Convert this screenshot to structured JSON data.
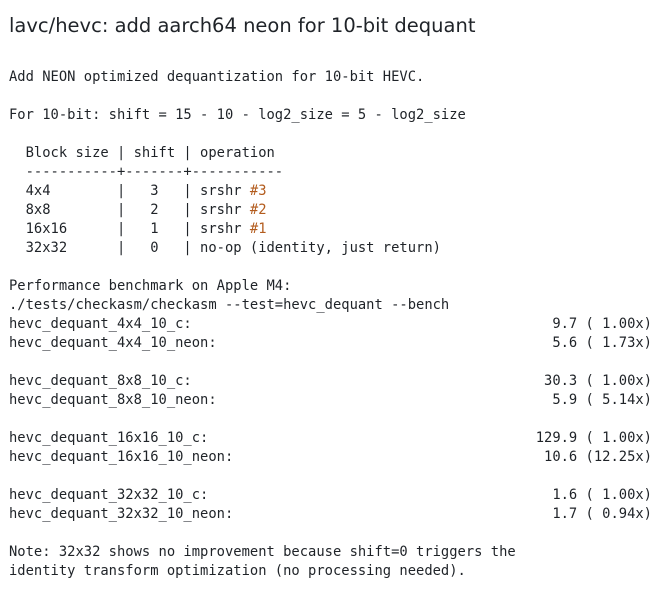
{
  "title": "lavc/hevc: add aarch64 neon for 10-bit dequant",
  "intro": "Add NEON optimized dequantization for 10-bit HEVC.",
  "formula": "For 10-bit: shift = 15 - 10 - log2_size = 5 - log2_size",
  "table": {
    "header": "  Block size | shift | operation",
    "divider": "  -----------+-------+-----------",
    "rows": [
      {
        "prefix": "  4x4        |   3   | srshr ",
        "imm": "#3",
        "suffix": ""
      },
      {
        "prefix": "  8x8        |   2   | srshr ",
        "imm": "#2",
        "suffix": ""
      },
      {
        "prefix": "  16x16      |   1   | srshr ",
        "imm": "#1",
        "suffix": ""
      },
      {
        "prefix": "  32x32      |   0   | no-op (identity, just return)",
        "imm": "",
        "suffix": ""
      }
    ]
  },
  "bench_title": "Performance benchmark on Apple M4:",
  "bench_command": "./tests/checkasm/checkasm --test=hevc_dequant --bench",
  "bench_groups": [
    [
      {
        "name": "hevc_dequant_4x4_10_c:",
        "value": "9.7 ( 1.00x)"
      },
      {
        "name": "hevc_dequant_4x4_10_neon:",
        "value": "5.6 ( 1.73x)"
      }
    ],
    [
      {
        "name": "hevc_dequant_8x8_10_c:",
        "value": "30.3 ( 1.00x)"
      },
      {
        "name": "hevc_dequant_8x8_10_neon:",
        "value": "5.9 ( 5.14x)"
      }
    ],
    [
      {
        "name": "hevc_dequant_16x16_10_c:",
        "value": "129.9 ( 1.00x)"
      },
      {
        "name": "hevc_dequant_16x16_10_neon:",
        "value": "10.6 (12.25x)"
      }
    ],
    [
      {
        "name": "hevc_dequant_32x32_10_c:",
        "value": "1.6 ( 1.00x)"
      },
      {
        "name": "hevc_dequant_32x32_10_neon:",
        "value": "1.7 ( 0.94x)"
      }
    ]
  ],
  "note_lines": [
    "Note: 32x32 shows no improvement because shift=0 triggers the",
    "identity transform optimization (no processing needed)."
  ],
  "colors": {
    "text": "#1f2328",
    "immediate": "#b35c1e",
    "background": "#ffffff"
  }
}
